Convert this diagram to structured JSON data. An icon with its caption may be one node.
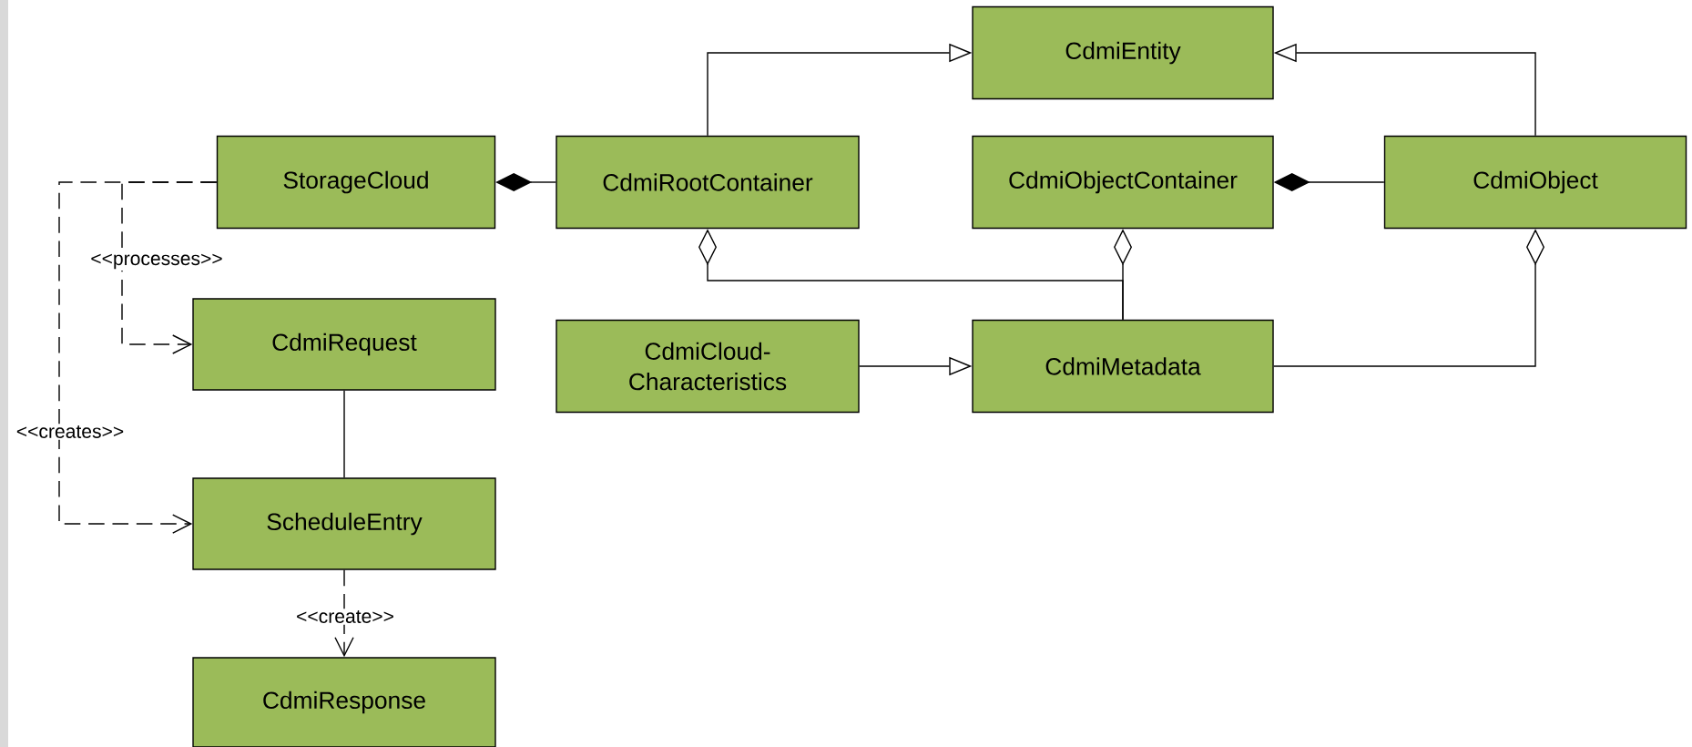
{
  "diagram": {
    "nodes": [
      {
        "text": [
          "CdmiEntity"
        ]
      },
      {
        "text": [
          "StorageCloud"
        ]
      },
      {
        "text": [
          "CdmiRootContainer"
        ]
      },
      {
        "text": [
          "CdmiObjectContainer"
        ]
      },
      {
        "text": [
          "CdmiObject"
        ]
      },
      {
        "text": [
          "CdmiRequest"
        ]
      },
      {
        "text": [
          "CdmiCloud- Characteristics"
        ]
      },
      {
        "text": [
          "CdmiMetadata"
        ]
      },
      {
        "text": [
          "ScheduleEntry"
        ]
      },
      {
        "text": [
          "CdmiResponse"
        ]
      }
    ],
    "edges": [
      {
        "from": 2,
        "to": 0,
        "arrow": "to"
      },
      {
        "from": 4,
        "to": 0,
        "arrow": "to"
      },
      {
        "from": 2,
        "to": 1,
        "arrow": "other"
      },
      {
        "from": 4,
        "to": 3,
        "arrow": "other"
      },
      {
        "from": 7,
        "to": 2,
        "arrow": "other"
      },
      {
        "from": 7,
        "to": 3,
        "arrow": "other"
      },
      {
        "from": 7,
        "to": 4,
        "arrow": "other"
      },
      {
        "from": 6,
        "to": 7,
        "arrow": "to"
      },
      {
        "from": 1,
        "to": 5,
        "arrow": "to",
        "style": "dashed",
        "label": "<<processes>>"
      },
      {
        "from": 1,
        "to": 8,
        "arrow": "to",
        "style": "dashed",
        "label": "<<creates>>"
      },
      {
        "from": 5,
        "to": 8,
        "arrow": "none"
      },
      {
        "from": 8,
        "to": 9,
        "arrow": "to",
        "style": "dashed",
        "label": "<<create>>"
      }
    ]
  }
}
